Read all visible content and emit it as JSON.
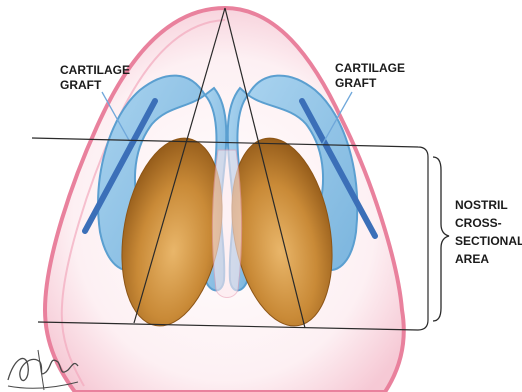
{
  "labels": {
    "graft_left_line1": "CARTILAGE",
    "graft_left_line2": "GRAFT",
    "graft_right_line1": "CARTILAGE",
    "graft_right_line2": "GRAFT",
    "nostril_line1": "NOSTRIL",
    "nostril_line2": "CROSS-",
    "nostril_line3": "SECTIONAL",
    "nostril_line4": "AREA"
  },
  "colors": {
    "skin_fill": "#fbe3e8",
    "skin_edge": "#e9819d",
    "cartilage_fill": "#8fc3e6",
    "cartilage_edge": "#5b9fd0",
    "nostril_dark": "#a8681f",
    "nostril_light": "#e7b266",
    "graft": "#3b6fb8",
    "line": "#2a2a2a",
    "text": "#1b1b1b"
  },
  "icons": {
    "signature": "artist-signature"
  }
}
